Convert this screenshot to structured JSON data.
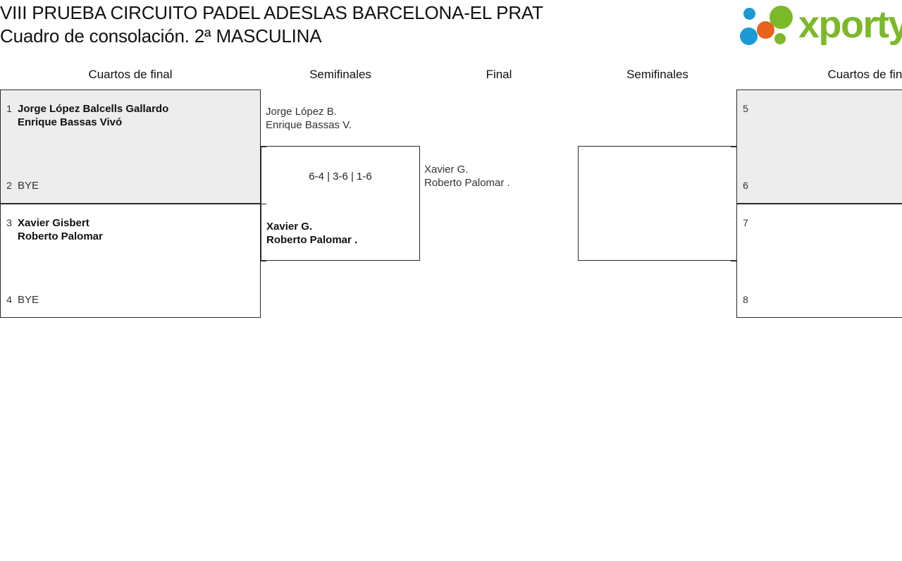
{
  "header": {
    "title_line1": "VIII PRUEBA CIRCUITO PADEL ADESLAS BARCELONA-EL PRAT",
    "title_line2": "Cuadro de consolación. 2ª MASCULINA",
    "logo_text": "xporty",
    "logo_colors": {
      "green": "#7cb928",
      "blue": "#1b9ad6",
      "orange": "#e8631a"
    }
  },
  "rounds": [
    {
      "id": "qf-left",
      "label": "Cuartos de final"
    },
    {
      "id": "sf-left",
      "label": "Semifinales"
    },
    {
      "id": "final",
      "label": "Final"
    },
    {
      "id": "sf-right",
      "label": "Semifinales"
    },
    {
      "id": "qf-right",
      "label": "Cuartos de final"
    }
  ],
  "bracket": {
    "qf_left": [
      {
        "shaded": true,
        "slots": [
          {
            "seed": "1",
            "players": [
              "Jorge López Balcells Gallardo",
              "Enrique Bassas Vivó"
            ],
            "result": "winner"
          },
          {
            "seed": "2",
            "players": [
              "BYE"
            ],
            "result": "loser"
          }
        ]
      },
      {
        "shaded": false,
        "slots": [
          {
            "seed": "3",
            "players": [
              "Xavier Gisbert",
              "Roberto Palomar"
            ],
            "result": "winner"
          },
          {
            "seed": "4",
            "players": [
              "BYE"
            ],
            "result": "loser"
          }
        ]
      }
    ],
    "sf_left": {
      "top_names": {
        "players": [
          "Jorge López B.",
          "Enrique Bassas V."
        ],
        "result": "loser"
      },
      "score": "6-4 | 3-6 | 1-6",
      "bottom_names": {
        "players": [
          "Xavier G.",
          "Roberto Palomar ."
        ],
        "result": "winner"
      }
    },
    "final": {
      "names": {
        "players": [
          "Xavier G.",
          "Roberto Palomar ."
        ],
        "result": "loser"
      },
      "score": ""
    },
    "sf_right": {
      "top_names": {
        "players": [],
        "result": "loser"
      },
      "score": "",
      "bottom_names": {
        "players": [],
        "result": "loser"
      }
    },
    "qf_right": [
      {
        "shaded": true,
        "slots": [
          {
            "seed": "5",
            "players": [],
            "result": "loser"
          },
          {
            "seed": "6",
            "players": [],
            "result": "loser"
          }
        ]
      },
      {
        "shaded": false,
        "slots": [
          {
            "seed": "7",
            "players": [],
            "result": "loser"
          },
          {
            "seed": "8",
            "players": [],
            "result": "loser"
          }
        ]
      }
    ]
  }
}
